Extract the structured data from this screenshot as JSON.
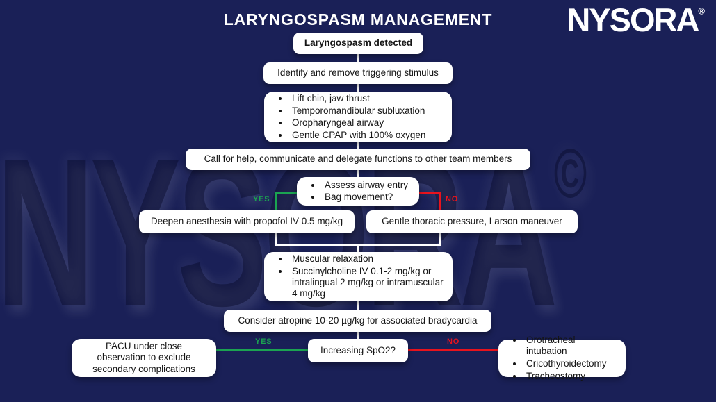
{
  "title": "LARYNGOSPASM MANAGEMENT",
  "logo": {
    "text": "NYSORA",
    "mark": "®"
  },
  "watermark": {
    "text": "NYSORA",
    "mark": "©"
  },
  "labels": {
    "yes": "YES",
    "no": "NO"
  },
  "colors": {
    "background": "#1a2057",
    "box_background": "#ffffff",
    "box_text": "#141414",
    "yes_green": "#1ba351",
    "no_red": "#e8131d",
    "connector": "#ffffff"
  },
  "flow": {
    "detected": "Laryngospasm detected",
    "identify": "Identify and remove triggering stimulus",
    "maneuvers": [
      "Lift chin, jaw thrust",
      "Temporomandibular subluxation",
      "Oropharyngeal airway",
      "Gentle CPAP with 100% oxygen"
    ],
    "call_for_help": "Call for help, communicate and delegate functions to other team members",
    "assess": [
      "Assess airway entry",
      "Bag movement?"
    ],
    "deepen": "Deepen anesthesia with propofol IV 0.5 mg/kg",
    "thoracic": "Gentle thoracic pressure, Larson maneuver",
    "relaxation": [
      "Muscular relaxation",
      "Succinylcholine IV 0.1-2 mg/kg or intralingual 2 mg/kg or intramuscular 4 mg/kg"
    ],
    "atropine": "Consider atropine 10-20 µg/kg for associated bradycardia",
    "spo2": "Increasing SpO2?",
    "pacu": "PACU under close observation to exclude secondary complications",
    "surgical": [
      "Orotracheal intubation",
      "Cricothyroidectomy",
      "Tracheostomy"
    ]
  }
}
